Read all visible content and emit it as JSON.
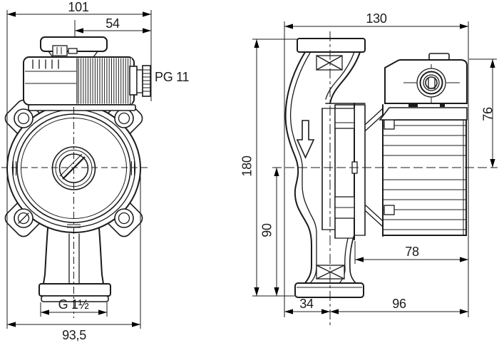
{
  "meta": {
    "type": "technical-dimensional-drawing",
    "subject": "circulation pump, two orthographic views",
    "background_color": "#ffffff",
    "line_color": "#1b1b1b"
  },
  "labels": {
    "front_overall_width": "101",
    "front_center_to_gland": "54",
    "cable_gland": "PG 11",
    "connection_thread": "G 1½",
    "front_flange_width": "93,5",
    "side_overall_depth": "130",
    "side_top_to_center": "76",
    "side_overall_height": "180",
    "side_center_to_base": "90",
    "side_motor_length": "78",
    "side_base_front": "34",
    "side_base_rear": "96"
  }
}
